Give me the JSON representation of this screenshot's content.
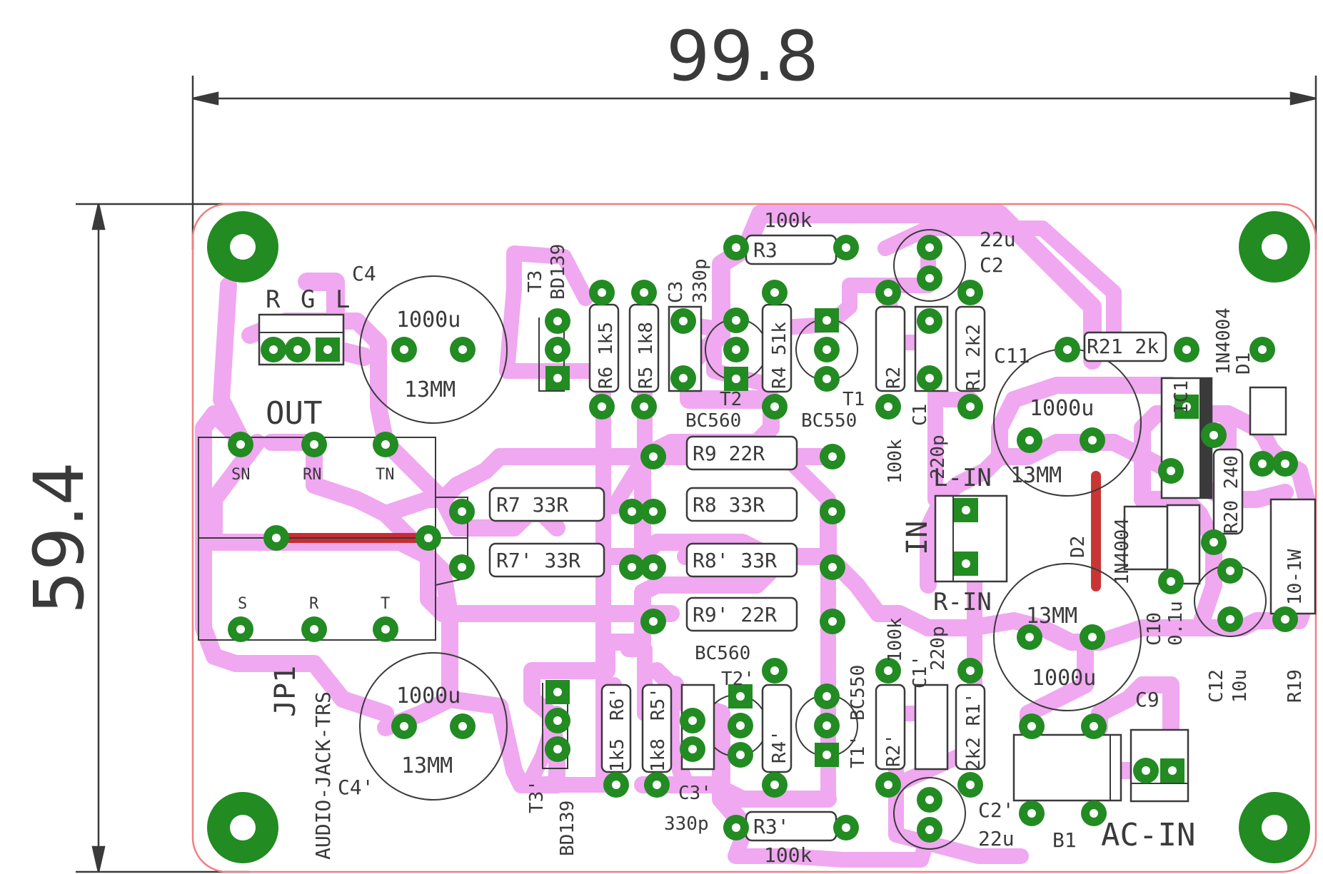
{
  "dimensions": {
    "width_mm": "99.8",
    "height_mm": "59.4"
  },
  "connectors": {
    "out_pins": "R G L",
    "out_label": "OUT",
    "in_label": "IN",
    "l_in": "L-IN",
    "r_in": "R-IN",
    "ac_in": "AC-IN",
    "jack_pins_top": [
      "SN",
      "RN",
      "TN"
    ],
    "jack_pins_bottom": [
      "S",
      "R",
      "T"
    ],
    "jp1_name": "JP1",
    "jp1_value": "AUDIO-JACK-TRS"
  },
  "components": {
    "c4": "C4",
    "c4_value": "1000u",
    "c4_size": "13MM",
    "c4p": "C4'",
    "c4p_value": "1000u",
    "c4p_size": "13MM",
    "t3": "T3",
    "t3_type": "BD139",
    "t3p": "T3'",
    "t3p_type": "BD139",
    "r6": "R6 1k5",
    "r5": "R5 1k8",
    "r6p_a": "1k5",
    "r6p_b": "R6'",
    "r5p_a": "1k8",
    "r5p_b": "R5'",
    "c3": "C3",
    "c3_value": "330p",
    "c3p": "C3'",
    "c3p_value": "330p",
    "r3": "R3",
    "r3_value": "100k",
    "r3p": "R3'",
    "r3p_value": "100k",
    "r4": "R4 51k",
    "r4p": "R4'",
    "t2": "T2",
    "t2_type": "BC560",
    "t2p": "T2'",
    "t2p_type": "BC560",
    "t1": "T1",
    "t1_type": "BC550",
    "t1p": "T1'",
    "t1p_type": "BC550",
    "r9": "R9  22R",
    "r8": "R8  33R",
    "r7": "R7  33R",
    "r7p": "R7' 33R",
    "r8p": "R8' 33R",
    "r9p": "R9' 22R",
    "c2": "C2",
    "c2_value": "22u",
    "c2p": "C2'",
    "c2p_value": "22u",
    "r2": "R2",
    "r2_value": "100k",
    "c1": "C1",
    "c1_value": "220p",
    "r1": "R1 2k2",
    "r2p": "R2'",
    "r2p_value": "100k",
    "c1p": "C1'",
    "c1p_value": "220p",
    "r1p": "2k2 R1'",
    "c11": "C11",
    "c11_value": "1000u",
    "c11_size": "13MM",
    "c9": "C9",
    "c9_value": "1000u",
    "c9_size": "13MM",
    "r21": "R21 2k",
    "ic1": "IC1",
    "d1": "D1",
    "d1_type": "1N4004",
    "d2": "D2",
    "d2_type": "1N4004",
    "r20": "R20 240",
    "c10": "C10",
    "c10_value": "0.1u",
    "c12": "C12",
    "c12_value": "10u",
    "r19": "R19",
    "r19_value": "10-1W",
    "b1": "B1"
  },
  "colors": {
    "copper_trace": "#f0a8f0",
    "pad": "#228b22",
    "jumper": "#c42020",
    "board_outline": "#f08080",
    "silkscreen": "#3a3a3a"
  }
}
